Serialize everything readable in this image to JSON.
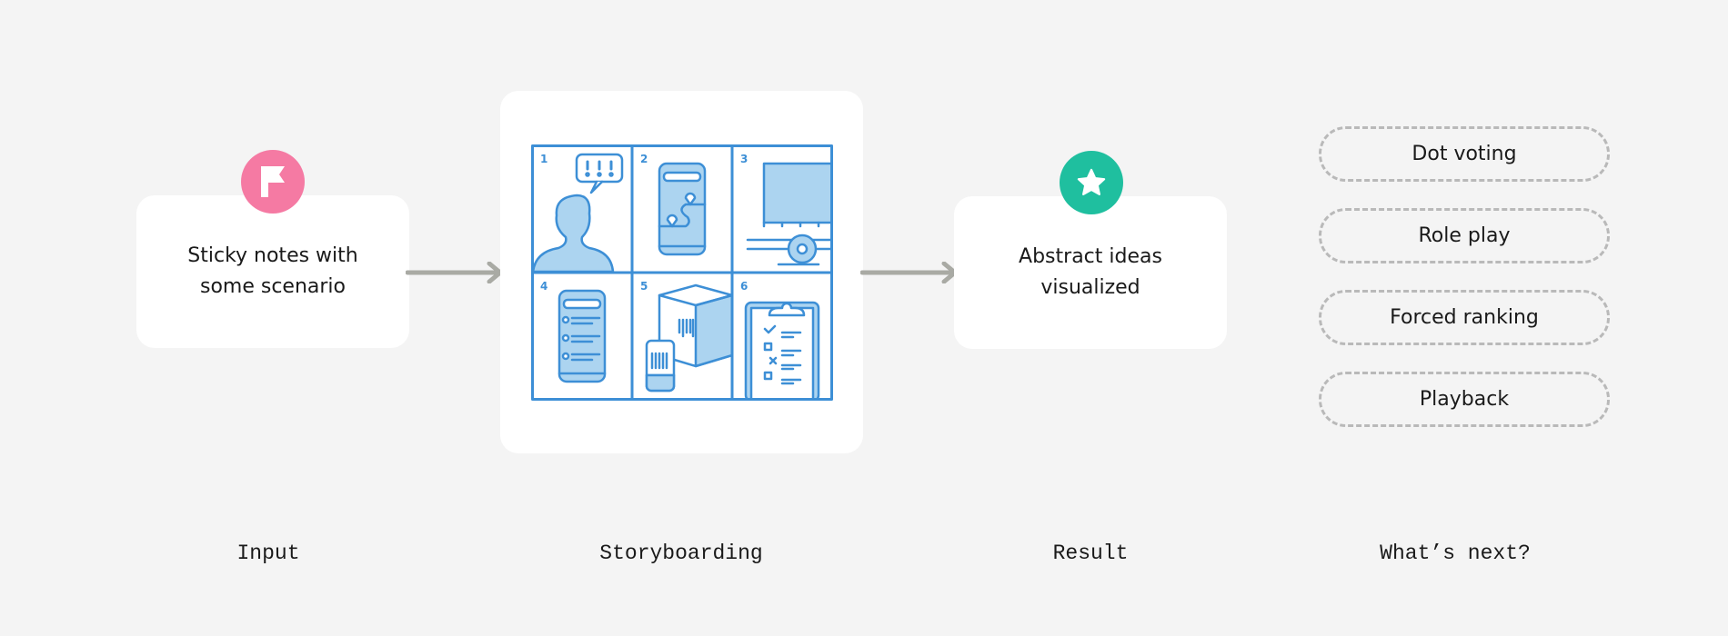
{
  "input": {
    "text_line1": "Sticky notes with",
    "text_line2": "some scenario",
    "icon": "flag-icon",
    "color": "#f57aa3"
  },
  "storyboard": {
    "panels": [
      "1",
      "2",
      "3",
      "4",
      "5",
      "6"
    ],
    "stroke": "#3d8fd6",
    "fill": "#acd4f0"
  },
  "result": {
    "text_line1": "Abstract ideas",
    "text_line2": "visualized",
    "icon": "star-icon",
    "color": "#1fbf9f"
  },
  "next_steps": [
    "Dot voting",
    "Role play",
    "Forced ranking",
    "Playback"
  ],
  "labels": {
    "input": "Input",
    "storyboarding": "Storyboarding",
    "result": "Result",
    "next": "What’s next?"
  }
}
